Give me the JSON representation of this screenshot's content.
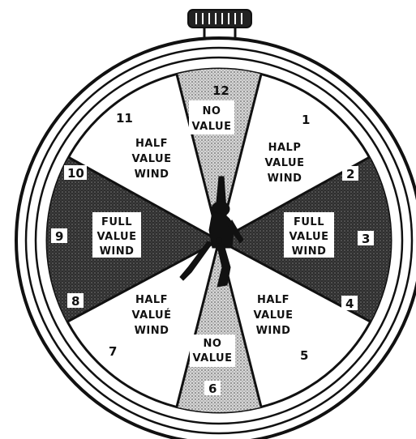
{
  "colors": {
    "ink": "#111111",
    "paper": "#ffffff",
    "full_sector": "#3a3a3a",
    "no_value_sector": "#bdbdbd"
  },
  "clock_numbers": [
    "12",
    "1",
    "2",
    "3",
    "4",
    "5",
    "6",
    "7",
    "8",
    "9",
    "10",
    "11"
  ],
  "sectors": {
    "top": {
      "line1": "NO",
      "line2": "VALUE"
    },
    "bottom": {
      "line1": "NO",
      "line2": "VALUE"
    },
    "upper_left": {
      "line1": "HALF",
      "line2": "VALUE",
      "line3": "WIND"
    },
    "upper_right": {
      "line1": "HALP",
      "line2": "VALUE",
      "line3": "WIND"
    },
    "lower_left": {
      "line1": "HALF",
      "line2": "VALUÉ",
      "line3": "WIND"
    },
    "lower_right": {
      "line1": "HALF",
      "line2": "VALUE",
      "line3": "WIND"
    },
    "left": {
      "line1": "FULL",
      "line2": "VALUE",
      "line3": "WIND"
    },
    "right": {
      "line1": "FULL",
      "line2": "VALUE",
      "line3": "WIND"
    }
  },
  "icons": {
    "crown": "winding-crown-icon",
    "runner": "runner-figure-icon"
  }
}
